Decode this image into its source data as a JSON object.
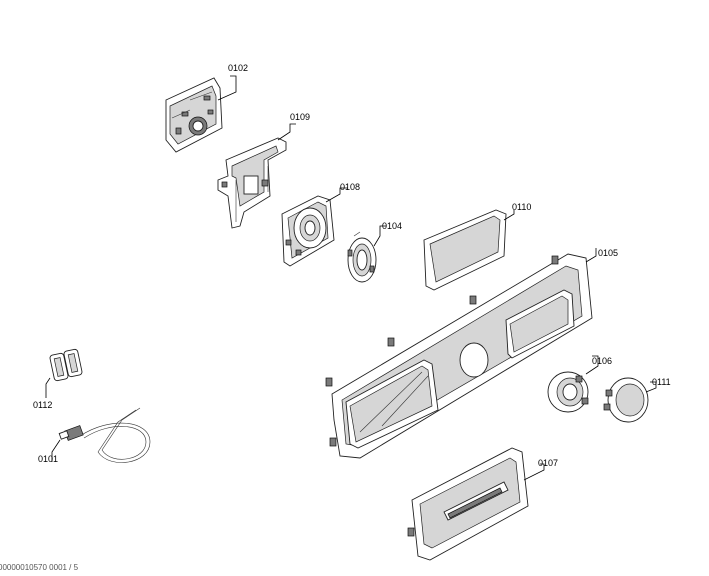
{
  "parts": [
    {
      "key": "p0102",
      "label": "0102"
    },
    {
      "key": "p0109",
      "label": "0109"
    },
    {
      "key": "p0108",
      "label": "0108"
    },
    {
      "key": "p0104",
      "label": "0104"
    },
    {
      "key": "p0110",
      "label": "0110"
    },
    {
      "key": "p0105",
      "label": "0105"
    },
    {
      "key": "p0106",
      "label": "0106"
    },
    {
      "key": "p0111",
      "label": "0111"
    },
    {
      "key": "p0112",
      "label": "0112"
    },
    {
      "key": "p0101",
      "label": "0101"
    },
    {
      "key": "p0107",
      "label": "0107"
    }
  ],
  "footer_text": "00000010570   0001 / 5"
}
